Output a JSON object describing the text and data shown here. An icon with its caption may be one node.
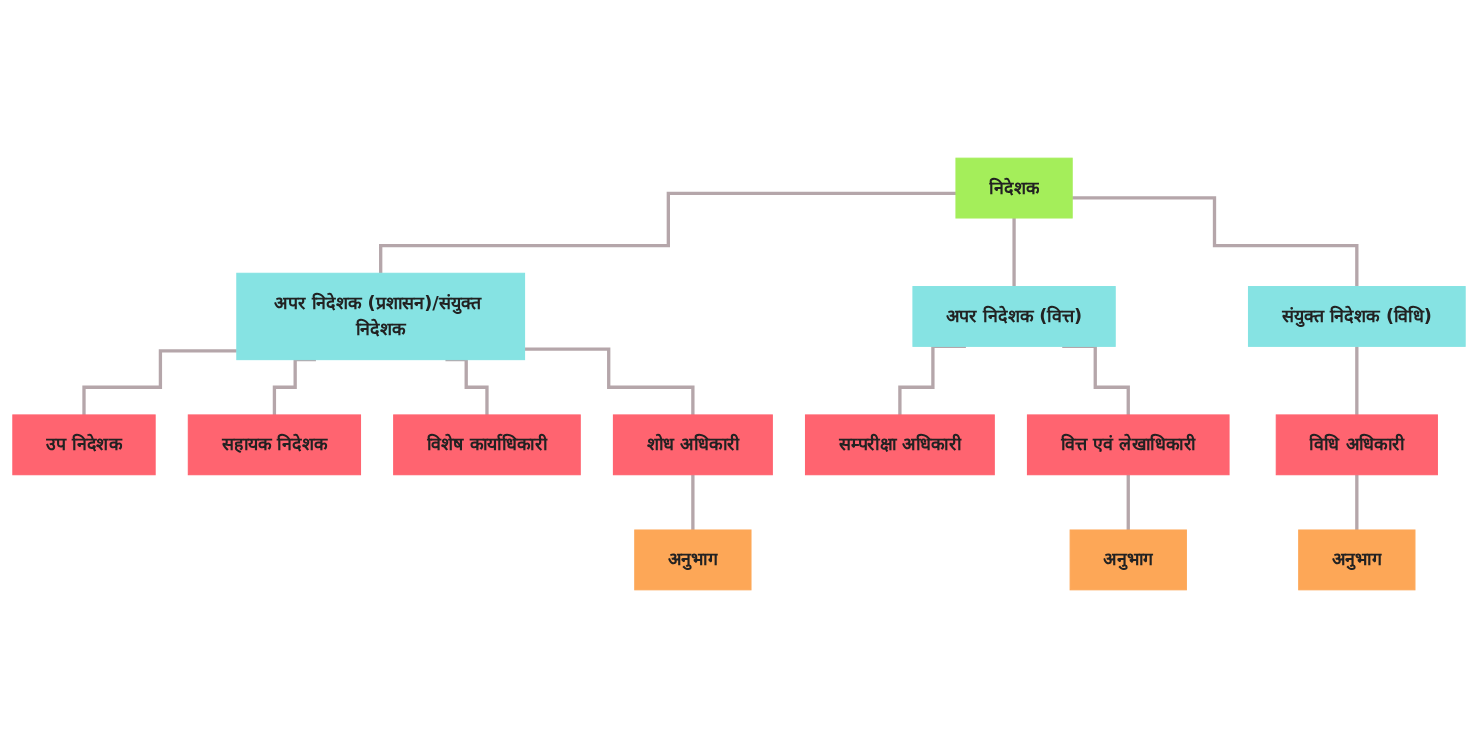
{
  "diagram": {
    "nodes": [
      {
        "text": [
          "निदेशक"
        ]
      },
      {
        "text": [
          "अपर निदेशक (प्रशासन)/संयुक्त निदेशक"
        ]
      },
      {
        "text": [
          "अपर निदेशक (वित्त)"
        ]
      },
      {
        "text": [
          "संयुक्त निदेशक (विधि)"
        ]
      },
      {
        "text": [
          "उप निदेशक"
        ]
      },
      {
        "text": [
          "सहायक निदेशक"
        ]
      },
      {
        "text": [
          "विशेष कार्याधिकारी"
        ]
      },
      {
        "text": [
          "शोध अधिकारी"
        ]
      },
      {
        "text": [
          "अनुभाग"
        ]
      },
      {
        "text": [
          "सम्परीक्षा अधिकारी"
        ]
      },
      {
        "text": [
          "वित्त एवं लेखाधिकारी"
        ]
      },
      {
        "text": [
          "अनुभाग"
        ]
      },
      {
        "text": [
          "विधि अधिकारी"
        ]
      },
      {
        "text": [
          "अनुभाग"
        ]
      }
    ],
    "edges": [
      {
        "from": 0,
        "to": 1,
        "arrow": "none"
      },
      {
        "from": 0,
        "to": 2,
        "arrow": "none"
      },
      {
        "from": 0,
        "to": 3,
        "arrow": "none"
      },
      {
        "from": 1,
        "to": 4,
        "arrow": "none"
      },
      {
        "from": 1,
        "to": 5,
        "arrow": "none"
      },
      {
        "from": 1,
        "to": 6,
        "arrow": "none"
      },
      {
        "from": 1,
        "to": 7,
        "arrow": "none"
      },
      {
        "from": 7,
        "to": 8,
        "arrow": "none"
      },
      {
        "from": 2,
        "to": 9,
        "arrow": "none"
      },
      {
        "from": 2,
        "to": 10,
        "arrow": "none"
      },
      {
        "from": 10,
        "to": 11,
        "arrow": "none"
      },
      {
        "from": 3,
        "to": 12,
        "arrow": "none"
      },
      {
        "from": 12,
        "to": 13,
        "arrow": "none"
      }
    ]
  }
}
